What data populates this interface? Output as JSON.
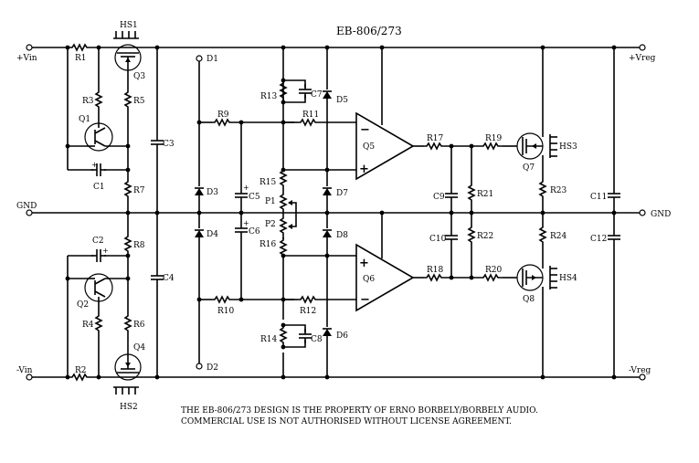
{
  "title": "EB-806/273",
  "rails": {
    "vin_pos": "+Vin",
    "vin_neg": "-Vin",
    "gnd_left": "GND",
    "gnd_right": "GND",
    "vreg_pos": "+Vreg",
    "vreg_neg": "-Vreg"
  },
  "components": {
    "R1": "R1",
    "R2": "R2",
    "R3": "R3",
    "R4": "R4",
    "R5": "R5",
    "R6": "R6",
    "R7": "R7",
    "R8": "R8",
    "R9": "R9",
    "R10": "R10",
    "R11": "R11",
    "R12": "R12",
    "R13": "R13",
    "R14": "R14",
    "R15": "R15",
    "R16": "R16",
    "R17": "R17",
    "R18": "R18",
    "R19": "R19",
    "R20": "R20",
    "R21": "R21",
    "R22": "R22",
    "R23": "R23",
    "R24": "R24",
    "C1": "C1",
    "C2": "C2",
    "C3": "C3",
    "C4": "C4",
    "C5": "C5",
    "C6": "C6",
    "C7": "C7",
    "C8": "C8",
    "C9": "C9",
    "C10": "C10",
    "C11": "C11",
    "C12": "C12",
    "D1": "D1",
    "D2": "D2",
    "D3": "D3",
    "D4": "D4",
    "D5": "D5",
    "D6": "D6",
    "D7": "D7",
    "D8": "D8",
    "Q1": "Q1",
    "Q2": "Q2",
    "Q3": "Q3",
    "Q4": "Q4",
    "Q5": "Q5",
    "Q6": "Q6",
    "Q7": "Q7",
    "Q8": "Q8",
    "P1": "P1",
    "P2": "P2",
    "HS1": "HS1",
    "HS2": "HS2",
    "HS3": "HS3",
    "HS4": "HS4"
  },
  "opamp_signs": {
    "q5_minus": "−",
    "q5_plus": "+",
    "q6_plus": "+",
    "q6_minus": "−"
  },
  "cap_plus": "+",
  "notice": {
    "line1": "THE EB-806/273 DESIGN IS THE PROPERTY OF ERNO BORBELY/BORBELY AUDIO.",
    "line2": "COMMERCIAL USE IS NOT AUTHORISED WITHOUT LICENSE AGREEMENT."
  }
}
